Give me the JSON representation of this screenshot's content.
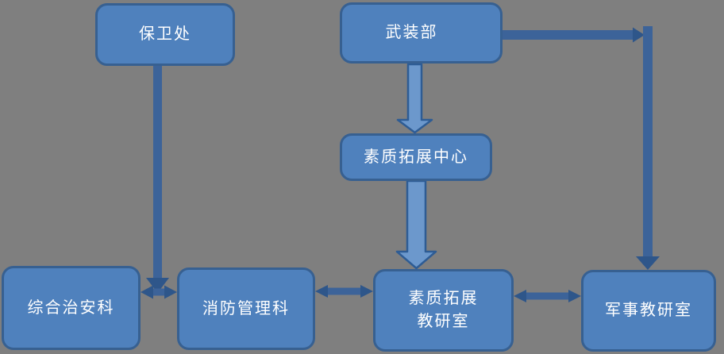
{
  "diagram": {
    "type": "org-flowchart",
    "nodes": {
      "security_office": {
        "label": "保卫处"
      },
      "armed_forces_dept": {
        "label": "武装部"
      },
      "quality_dev_center": {
        "label": "素质拓展中心"
      },
      "public_order_section": {
        "label": "综合治安科"
      },
      "fire_management_section": {
        "label": "消防管理科"
      },
      "quality_dev_teaching_office": {
        "label_line1": "素质拓展",
        "label_line2": "教研室"
      },
      "military_teaching_office": {
        "label": "军事教研室"
      }
    },
    "edges": [
      {
        "from": "security_office",
        "to": "public_order_section / fire_management_section",
        "style": "thin-line-down-arrow"
      },
      {
        "from": "armed_forces_dept",
        "to": "quality_dev_center",
        "style": "block-arrow-down"
      },
      {
        "from": "quality_dev_center",
        "to": "quality_dev_teaching_office",
        "style": "block-arrow-down"
      },
      {
        "from": "armed_forces_dept",
        "to": "military_teaching_office",
        "style": "elbow-right-then-down-arrow"
      },
      {
        "from": "public_order_section",
        "to": "fire_management_section",
        "style": "double-headed-horizontal"
      },
      {
        "from": "fire_management_section",
        "to": "quality_dev_teaching_office",
        "style": "double-headed-horizontal"
      },
      {
        "from": "quality_dev_teaching_office",
        "to": "military_teaching_office",
        "style": "double-headed-horizontal"
      }
    ],
    "colors": {
      "background": "#7F7F7F",
      "node_fill": "#4F81BD",
      "node_border": "#376091",
      "connector": "#3C6399",
      "connector_dark": "#2E568A",
      "block_arrow_fill": "#6C98CC",
      "block_arrow_border": "#2E5C94",
      "text_color": "#FFFFFF"
    }
  }
}
